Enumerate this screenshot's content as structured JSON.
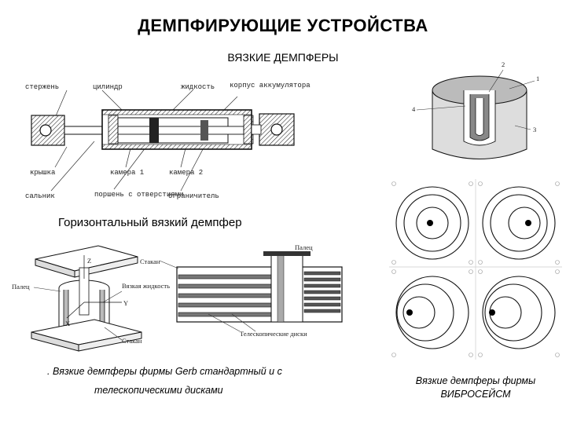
{
  "slide": {
    "title": "ДЕМПФИРУЮЩИЕ УСТРОЙСТВА",
    "subtitle": "ВЯЗКИЕ ДЕМПФЕРЫ",
    "horizontal_caption": "Горизонтальный вязкий демпфер",
    "gerb_caption_line1": ". Вязкие демпферы фирмы Gerb стандартный и с",
    "gerb_caption_line2": "телескопическими дисками",
    "vibro_caption_line1": "Вязкие демпферы фирмы",
    "vibro_caption_line2": "ВИБРОСЕЙСМ"
  },
  "horizontal_damper": {
    "labels": {
      "rod": "стержень",
      "cylinder": "цилиндр",
      "fluid": "жидкость",
      "accumulator": "корпус аккумулятора",
      "cover": "крышка",
      "chamber1": "камера 1",
      "chamber2": "камера 2",
      "seal": "сальник",
      "piston": "поршень с отверстиями",
      "limiter": "ограничитель"
    }
  },
  "gerb_damper": {
    "labels": {
      "pin_left": "Палец",
      "viscous": "Вязкая жидкость",
      "cup_left": "Стакан",
      "cup_right": "Стакан",
      "pin_right": "Палец",
      "telescopic": "Телескопические диски",
      "axis_z": "Z",
      "axis_x": "X",
      "axis_y": "Y"
    }
  },
  "vibroseism": {
    "numbers": [
      "1",
      "2",
      "3",
      "4"
    ]
  }
}
